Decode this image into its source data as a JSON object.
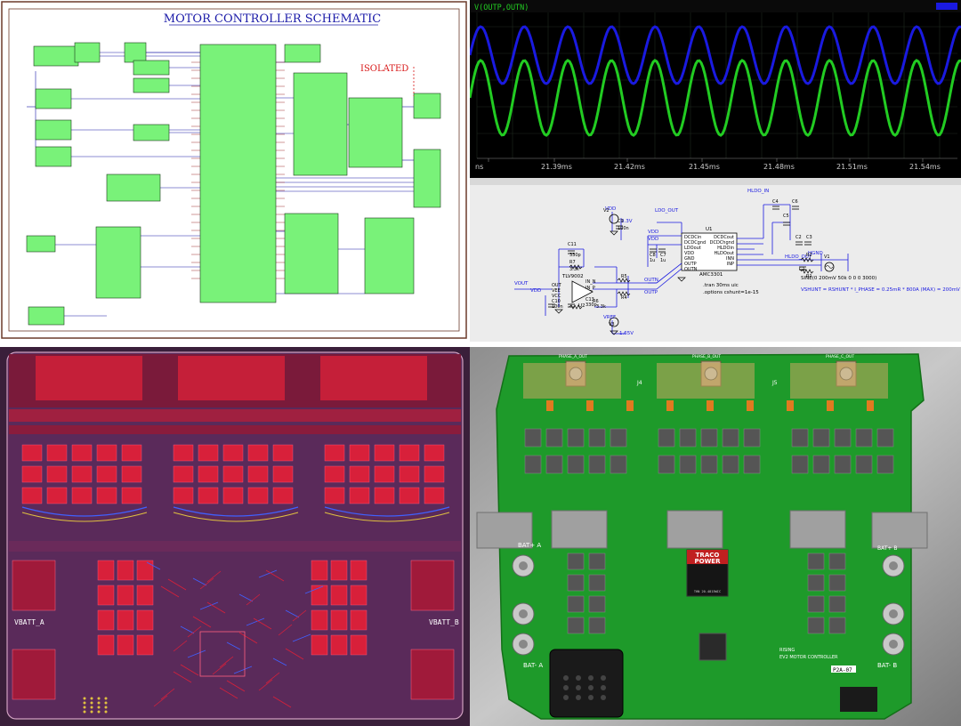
{
  "schematic": {
    "title": "MOTOR CONTROLLER SCHEMATIC",
    "isolated_label": "ISOLATED",
    "colors": {
      "frame": "#6b3a2a",
      "block": "#79f279",
      "wire": "#1a1aa8",
      "title": "#1a1aa8",
      "isolated": "#d81818"
    }
  },
  "scope": {
    "trace_label": "V(OUTP,OUTN)",
    "x_ticks": [
      "ns",
      "21.39ms",
      "21.42ms",
      "21.45ms",
      "21.48ms",
      "21.51ms",
      "21.54ms"
    ],
    "colors": {
      "background": "#000000",
      "grid": "#1f2a1f",
      "trace_blue": "#1a1ae0",
      "trace_green": "#22cc22",
      "label": "#22cc22"
    }
  },
  "spice": {
    "labels": {
      "vdd1": "VDD",
      "v33": "3.3V",
      "vout": "VOUT",
      "vdd2": "VDD",
      "vdd3": "VDD",
      "vdd4": "VDD",
      "vref": "VREF",
      "v165": "1.65V",
      "outn": "OUTN",
      "outp": "OUTP",
      "ldo_out": "LDO_OUT",
      "hldo_in": "HLDO_IN",
      "hgnd": "HGND",
      "hldo_out": "HLDO_OUT",
      "tlv": "TLV9002",
      "u1": "U1",
      "amc": "AMC3301",
      "c11": "C11",
      "c330": "330p",
      "r7": "R7",
      "r33": "3.3k",
      "u2": "U2",
      "c13": "C13",
      "c330b": "330p",
      "r6": "R6",
      "r33b": "3.3k",
      "c10": "C10",
      "c100n": "100n",
      "c9": "C9",
      "c100n2": "100n",
      "c8": "C8",
      "c7": "C7",
      "c1u": "1u",
      "c1u2": "1u",
      "c4": "C4",
      "c5": "C5",
      "c6": "C6",
      "c2": "C2",
      "c3": "C3",
      "c1": "C1",
      "r2": "R2",
      "r1": "R1",
      "r5": "R5",
      "r4": "R4",
      "v1": "V1",
      "v3": "V3",
      "v2": "V2",
      "pin_dcdc_in": "DCDCin",
      "pin_dcdc_gnd": "DCDCgnd",
      "pin_ldo_out": "LDOout",
      "pin_vdd": "VDD",
      "pin_gnd": "GND",
      "pin_outp": "OUTP",
      "pin_outn": "OUTN",
      "pin_dcdc_out": "DCDCout",
      "pin_dcdc_hgnd": "DCDChgnd",
      "pin_hldo_in": "HLDOin",
      "pin_hldo_out": "HLDOout",
      "pin_inn": "INN",
      "pin_inp": "INP",
      "pin_in_n": "IN_N",
      "pin_in_p": "IN_P",
      "pin_out": "OUT",
      "pin_vee": "VEE",
      "pin_vcc": "VCC",
      "tran": ".tran 30ms uic",
      "options": ".options cshunt=1e-15",
      "sine": "SINE(0 200mV 50k 0 0 0 3000)",
      "vshunt": "VSHUNT = RSHUNT * I_PHASE = 0.25mR * 800A (MAX) = 200mV"
    },
    "colors": {
      "wire": "#1a1ae0",
      "text": "#1a1ae0",
      "component": "#000000",
      "background": "#ececec"
    }
  },
  "pcb": {
    "labels": {
      "vbatt_a": "VBATT_A",
      "vbatt_b": "VBATT_B"
    },
    "colors": {
      "board": "#5a2a5a",
      "copper": "#d8203a",
      "trace_blue": "#4060ff",
      "trace_yellow": "#e0c040",
      "outline": "#d0a0c0"
    }
  },
  "photo": {
    "labels": {
      "tracopower": "TRACO",
      "power": "POWER",
      "thn": "THN 20-4815WIC",
      "bat_plus": "BAT+ A",
      "bat_minus": "BAT- A",
      "bat_minus_b": "BAT- B",
      "bat_plus_b": "BAT+ B",
      "j4": "J4",
      "j5": "J5",
      "brand": "RISING",
      "model": "EV2 MOTOR CONTROLLER",
      "rev": "P2A-07",
      "phase_a": "PHASE_A_OUT",
      "phase_b": "PHASE_B_OUT",
      "phase_c": "PHASE_C_OUT"
    },
    "colors": {
      "pcb": "#1e9a2a",
      "foil": "#b8b8b8",
      "connector": "#1a1a1a",
      "transformer": "#a0a0a0",
      "module": "#1a1a1a"
    }
  }
}
